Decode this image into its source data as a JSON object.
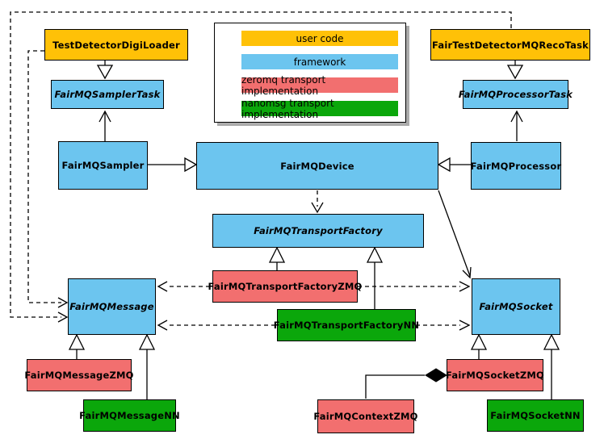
{
  "colors": {
    "user_code": "#FFC107",
    "framework": "#6CC5EF",
    "zeromq": "#F26F6F",
    "nanomsg": "#0BA70B",
    "line": "#000000",
    "background": "#FFFFFF",
    "shadow": "#ABABAB"
  },
  "legend": {
    "items": [
      {
        "label": "user code",
        "color": "#FFC107"
      },
      {
        "label": "framework",
        "color": "#6CC5EF"
      },
      {
        "label": "zeromq transport implementation",
        "color": "#F26F6F"
      },
      {
        "label": "nanomsg transport implementation",
        "color": "#0BA70B"
      }
    ]
  },
  "nodes": {
    "test_detector_digi_loader": {
      "label": "TestDetectorDigiLoader",
      "role": "user code",
      "abstract": false
    },
    "fair_test_detector_mq_reco_task": {
      "label": "FairTestDetectorMQRecoTask",
      "role": "user code",
      "abstract": false
    },
    "fairmq_sampler_task": {
      "label": "FairMQSamplerTask",
      "role": "framework",
      "abstract": true
    },
    "fairmq_processor_task": {
      "label": "FairMQProcessorTask",
      "role": "framework",
      "abstract": true
    },
    "fairmq_sampler": {
      "label": "FairMQSampler",
      "role": "framework",
      "abstract": false
    },
    "fairmq_device": {
      "label": "FairMQDevice",
      "role": "framework",
      "abstract": false
    },
    "fairmq_processor": {
      "label": "FairMQProcessor",
      "role": "framework",
      "abstract": false
    },
    "fairmq_transport_factory": {
      "label": "FairMQTransportFactory",
      "role": "framework",
      "abstract": true
    },
    "fairmq_transport_factory_zmq": {
      "label": "FairMQTransportFactoryZMQ",
      "role": "zeromq",
      "abstract": false
    },
    "fairmq_transport_factory_nn": {
      "label": "FairMQTransportFactoryNN",
      "role": "nanomsg",
      "abstract": false
    },
    "fairmq_message": {
      "label": "FairMQMessage",
      "role": "framework",
      "abstract": true
    },
    "fairmq_socket": {
      "label": "FairMQSocket",
      "role": "framework",
      "abstract": true
    },
    "fairmq_message_zmq": {
      "label": "FairMQMessageZMQ",
      "role": "zeromq",
      "abstract": false
    },
    "fairmq_message_nn": {
      "label": "FairMQMessageNN",
      "role": "nanomsg",
      "abstract": false
    },
    "fairmq_context_zmq": {
      "label": "FairMQContextZMQ",
      "role": "zeromq",
      "abstract": false
    },
    "fairmq_socket_zmq": {
      "label": "FairMQSocketZMQ",
      "role": "zeromq",
      "abstract": false
    },
    "fairmq_socket_nn": {
      "label": "FairMQSocketNN",
      "role": "nanomsg",
      "abstract": false
    }
  },
  "edges": [
    {
      "from": "TestDetectorDigiLoader",
      "to": "FairMQSamplerTask",
      "type": "inheritance",
      "style": "solid"
    },
    {
      "from": "FairTestDetectorMQRecoTask",
      "to": "FairMQProcessorTask",
      "type": "inheritance",
      "style": "solid"
    },
    {
      "from": "FairMQSampler",
      "to": "FairMQSamplerTask",
      "type": "association",
      "style": "solid"
    },
    {
      "from": "FairMQProcessor",
      "to": "FairMQProcessorTask",
      "type": "association",
      "style": "solid"
    },
    {
      "from": "FairMQSampler",
      "to": "FairMQDevice",
      "type": "inheritance",
      "style": "solid"
    },
    {
      "from": "FairMQProcessor",
      "to": "FairMQDevice",
      "type": "inheritance",
      "style": "solid"
    },
    {
      "from": "FairMQDevice",
      "to": "FairMQTransportFactory",
      "type": "dependency",
      "style": "dashed"
    },
    {
      "from": "FairMQDevice",
      "to": "FairMQSocket",
      "type": "association",
      "style": "solid"
    },
    {
      "from": "FairMQTransportFactoryZMQ",
      "to": "FairMQTransportFactory",
      "type": "inheritance",
      "style": "solid"
    },
    {
      "from": "FairMQTransportFactoryNN",
      "to": "FairMQTransportFactory",
      "type": "inheritance",
      "style": "solid"
    },
    {
      "from": "FairMQTransportFactoryZMQ",
      "to": "FairMQMessage",
      "type": "dependency",
      "style": "dashed"
    },
    {
      "from": "FairMQTransportFactoryZMQ",
      "to": "FairMQSocket",
      "type": "dependency",
      "style": "dashed"
    },
    {
      "from": "FairMQTransportFactoryNN",
      "to": "FairMQMessage",
      "type": "dependency",
      "style": "dashed"
    },
    {
      "from": "FairMQTransportFactoryNN",
      "to": "FairMQSocket",
      "type": "dependency",
      "style": "dashed"
    },
    {
      "from": "TestDetectorDigiLoader",
      "to": "FairMQMessage",
      "type": "dependency",
      "style": "dashed"
    },
    {
      "from": "FairTestDetectorMQRecoTask",
      "to": "FairMQMessage",
      "type": "dependency",
      "style": "dashed"
    },
    {
      "from": "FairMQMessageZMQ",
      "to": "FairMQMessage",
      "type": "inheritance",
      "style": "solid"
    },
    {
      "from": "FairMQMessageNN",
      "to": "FairMQMessage",
      "type": "inheritance",
      "style": "solid"
    },
    {
      "from": "FairMQSocketZMQ",
      "to": "FairMQSocket",
      "type": "inheritance",
      "style": "solid"
    },
    {
      "from": "FairMQSocketNN",
      "to": "FairMQSocket",
      "type": "inheritance",
      "style": "solid"
    },
    {
      "from": "FairMQContextZMQ",
      "to": "FairMQSocketZMQ",
      "type": "composition",
      "style": "solid"
    }
  ]
}
